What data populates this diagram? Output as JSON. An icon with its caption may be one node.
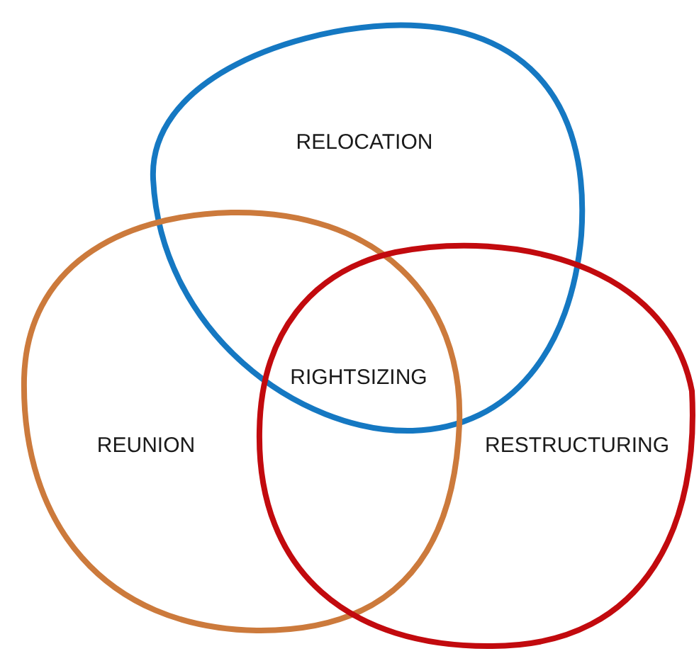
{
  "diagram": {
    "nodes": [
      {
        "text": [
          "RELOCATION"
        ]
      },
      {
        "text": [
          "REUNION"
        ]
      },
      {
        "text": [
          "RESTRUCTURING"
        ]
      }
    ],
    "edges": [],
    "labels": [
      "RIGHTSIZING"
    ]
  }
}
